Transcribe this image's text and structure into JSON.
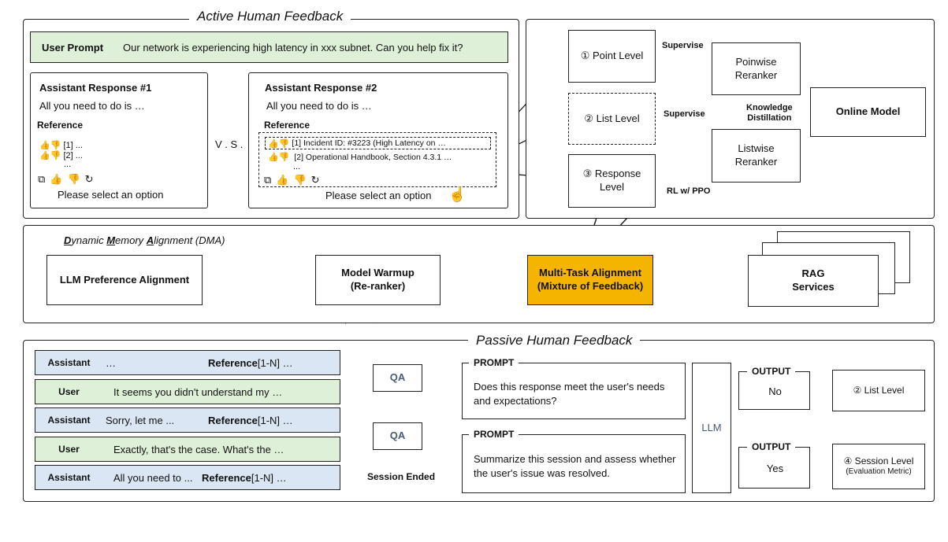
{
  "active": {
    "title": "Active Human Feedback",
    "user_prompt_label": "User Prompt",
    "user_prompt_text": "Our network is experiencing high latency in xxx subnet. Can you help fix it?",
    "resp1_title": "Assistant Response #1",
    "resp1_text": "All you need to do is …",
    "reference_label": "Reference",
    "resp1_ref1": "[1] ...",
    "resp1_ref2": "[2] ...",
    "ellipsis": "...",
    "select_option": "Please select an option",
    "vs": "V . S .",
    "resp2_title": "Assistant Response #2",
    "resp2_text": "All you need to do is …",
    "resp2_ref1": "[1] Incident ID: #3223 (High Latency on …",
    "resp2_ref2": "[2] Operational Handbook, Section 4.3.1 …"
  },
  "right_panel": {
    "point_level": "① Point Level",
    "list_level": "② List Level",
    "response_level_line1": "③ Response",
    "response_level_line2": "Level",
    "supervise1": "Supervise",
    "supervise2": "Supervise",
    "rl_ppo": "RL w/ PPO",
    "pointwise_line1": "Poinwise",
    "pointwise_line2": "Reranker",
    "listwise_line1": "Listwise",
    "listwise_line2": "Reranker",
    "kd_line1": "Knowledge",
    "kd_line2": "Distillation",
    "online_model": "Online Model"
  },
  "dma": {
    "title_d": "D",
    "title_ynamic": "ynamic ",
    "title_m": "M",
    "title_emory": "emory ",
    "title_a": "A",
    "title_rest": "lignment (DMA)",
    "llm_pref": "LLM Preference Alignment",
    "warmup_line1": "Model Warmup",
    "warmup_line2": "(Re-ranker)",
    "mta_line1": "Multi-Task Alignment",
    "mta_line2": "(Mixture of Feedback)",
    "rag_line1": "RAG",
    "rag_line2": "Services",
    "accent": "#f5b400"
  },
  "passive": {
    "title": "Passive Human Feedback",
    "rows": [
      {
        "role": "Assistant",
        "text": "…",
        "ref": "Reference",
        "ref_suffix": " [1-N] …"
      },
      {
        "role": "User",
        "text": "It seems you didn't understand my …",
        "ref": "",
        "ref_suffix": ""
      },
      {
        "role": "Assistant",
        "text": "Sorry, let me ...",
        "ref": "Reference",
        "ref_suffix": " [1-N] …"
      },
      {
        "role": "User",
        "text": "Exactly, that's the case. What's the …",
        "ref": "",
        "ref_suffix": ""
      },
      {
        "role": "Assistant",
        "text": "All you need to  ...",
        "ref": "Reference",
        "ref_suffix": " [1-N] …"
      }
    ],
    "qa1": "QA",
    "qa2": "QA",
    "session_ended": "Session Ended",
    "prompt1_label": "PROMPT",
    "prompt1_text": "Does this response meet the user's needs and expectations?",
    "prompt2_label": "PROMPT",
    "prompt2_text": "Summarize this session and assess whether the user's issue was resolved.",
    "llm": "LLM",
    "output1_label": "OUTPUT",
    "output1_value": "No",
    "output2_label": "OUTPUT",
    "output2_value": "Yes",
    "list_level": "② List Level",
    "session_level_line1": "④ Session Level",
    "session_level_line2": "(Evaluation Metric)",
    "blue": "#dbe6f4",
    "green": "#dff0d8"
  }
}
